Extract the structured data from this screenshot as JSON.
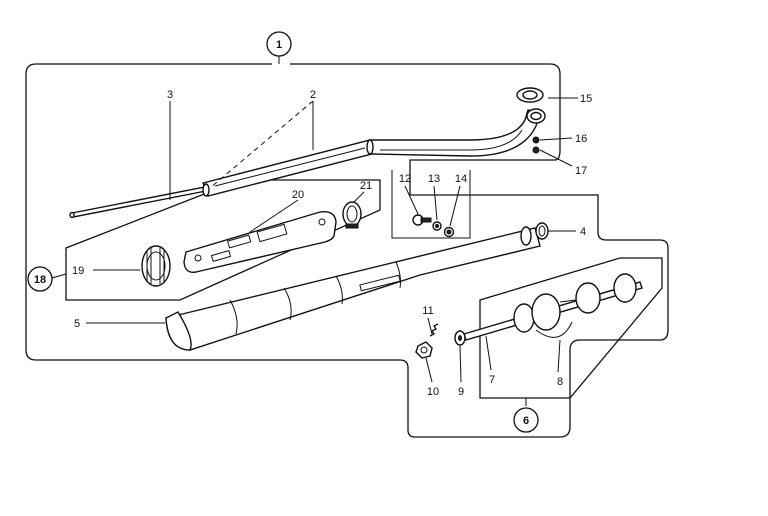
{
  "diagram": {
    "labels": {
      "p1": "1",
      "p2": "2",
      "p3": "3",
      "p4": "4",
      "p5": "5",
      "p6": "6",
      "p7": "7",
      "p8": "8",
      "p9": "9",
      "p10": "10",
      "p11": "11",
      "p12": "12",
      "p13": "13",
      "p14": "14",
      "p15": "15",
      "p16": "16",
      "p17": "17",
      "p18": "18",
      "p19": "19",
      "p20": "20",
      "p21": "21"
    }
  }
}
